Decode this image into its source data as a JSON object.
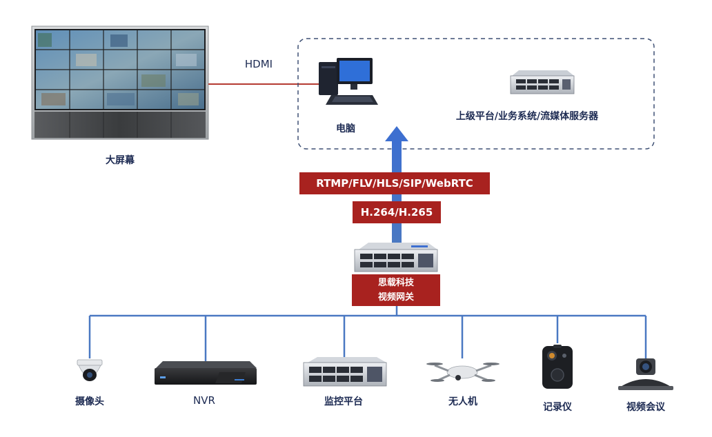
{
  "labels": {
    "big_screen": "大屏幕",
    "hdmi": "HDMI",
    "computer": "电脑",
    "upper_platform": "上级平台/业务系统/流媒体服务器",
    "protocols": "RTMP/FLV/HLS/SIP/WebRTC",
    "codecs": "H.264/H.265",
    "gateway_line1": "思载科技",
    "gateway_line2": "视频网关"
  },
  "devices": [
    {
      "label": "摄像头"
    },
    {
      "label": "NVR"
    },
    {
      "label": "监控平台"
    },
    {
      "label": "无人机"
    },
    {
      "label": "记录仪"
    },
    {
      "label": "视频会议"
    }
  ],
  "colors": {
    "link_blue": "#4a78c2",
    "red_box": "#a8221f",
    "hdmi_line": "#b53a30",
    "text_dark": "#1c2a52",
    "dashed_border": "#3d4f73"
  }
}
